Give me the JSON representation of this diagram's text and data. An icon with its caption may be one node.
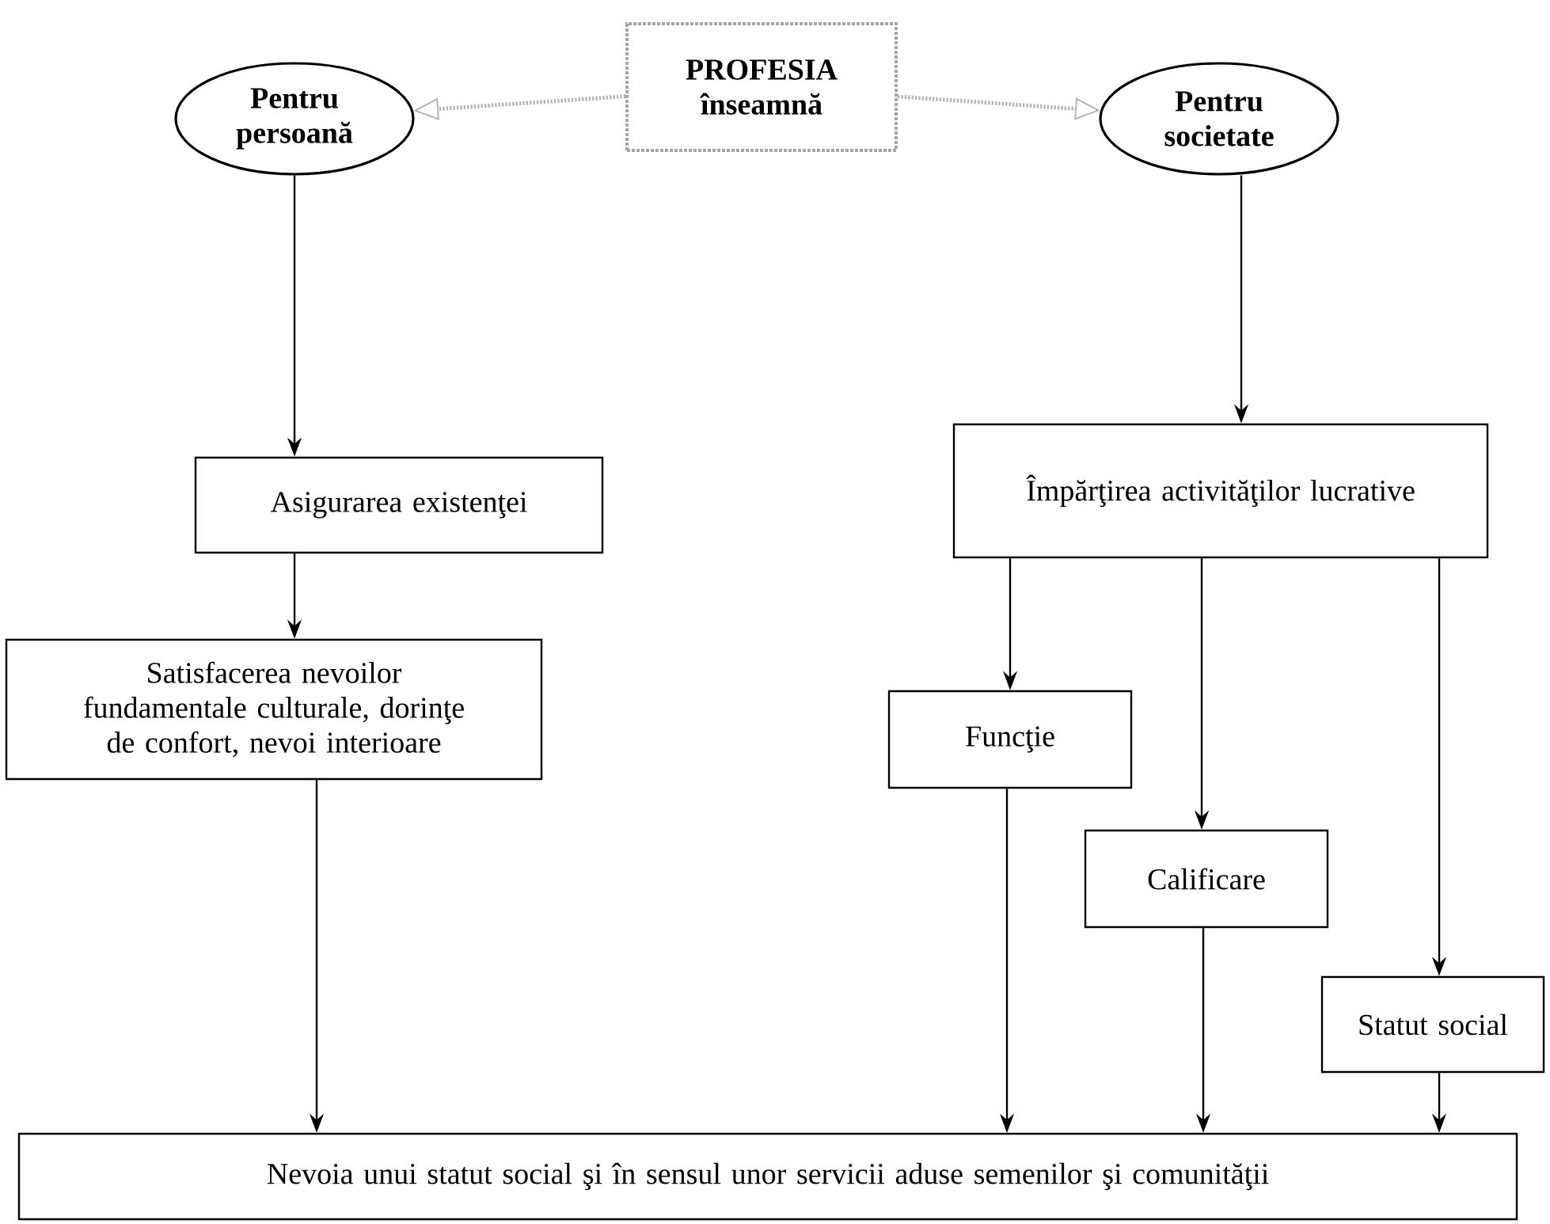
{
  "diagram": {
    "nodes": [
      {
        "text": [
          "Pentru persoană"
        ]
      },
      {
        "text": [
          "PROFESIA înseamnă"
        ]
      },
      {
        "text": [
          "Pentru societate"
        ]
      },
      {
        "text": [
          "Asigurarea existenţei"
        ]
      },
      {
        "text": [
          "Împărţirea activităţilor lucrative"
        ]
      },
      {
        "text": [
          "Satisfacerea nevoilor fundamentale culturale, dorinţe de confort, nevoi interioare"
        ]
      },
      {
        "text": [
          "Funcţie"
        ]
      },
      {
        "text": [
          "Calificare"
        ]
      },
      {
        "text": [
          "Statut social"
        ]
      },
      {
        "text": [
          "Nevoia unui statut social şi în sensul unor servicii aduse semenilor şi comunităţii"
        ]
      }
    ],
    "edges": [
      {
        "from": 1,
        "to": 0,
        "arrow": "to",
        "style": "dashed",
        "color": "#b4b4b4"
      },
      {
        "from": 1,
        "to": 2,
        "arrow": "to",
        "style": "dashed",
        "color": "#b4b4b4"
      },
      {
        "from": 0,
        "to": 3,
        "arrow": "to"
      },
      {
        "from": 2,
        "to": 4,
        "arrow": "to"
      },
      {
        "from": 3,
        "to": 5,
        "arrow": "to"
      },
      {
        "from": 4,
        "to": 6,
        "arrow": "to"
      },
      {
        "from": 4,
        "to": 7,
        "arrow": "to"
      },
      {
        "from": 4,
        "to": 8,
        "arrow": "to"
      },
      {
        "from": 5,
        "to": 9,
        "arrow": "to"
      },
      {
        "from": 6,
        "to": 9,
        "arrow": "to"
      },
      {
        "from": 7,
        "to": 9,
        "arrow": "to"
      },
      {
        "from": 8,
        "to": 9,
        "arrow": "to"
      }
    ]
  }
}
